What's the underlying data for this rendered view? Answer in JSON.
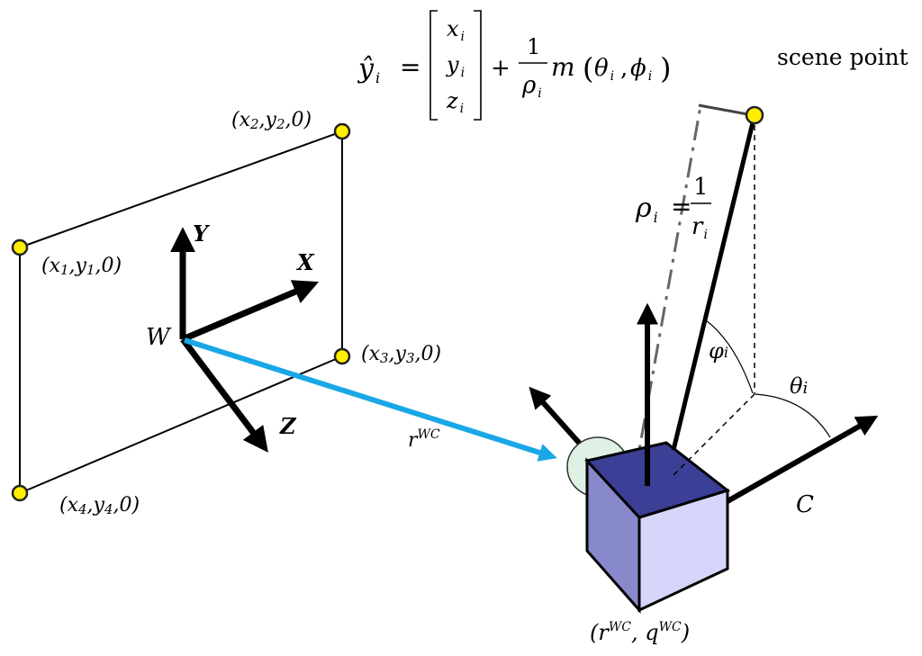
{
  "equation": {
    "lhs": "ŷ",
    "lhs_sub": "i",
    "equals": "=",
    "vector": [
      {
        "base": "x",
        "sub": "i"
      },
      {
        "base": "y",
        "sub": "i"
      },
      {
        "base": "z",
        "sub": "i"
      }
    ],
    "plus": "+",
    "frac_num": "1",
    "frac_den": "ρ",
    "frac_den_sub": "i",
    "func": "m",
    "open_paren": "(",
    "arg1": "θ",
    "arg1_sub": "i",
    "comma": ",",
    "arg2": "ϕ",
    "arg2_sub": "i",
    "close_paren": ")"
  },
  "scene_point_label": "scene point",
  "inverse_depth": {
    "lhs": "ρ",
    "lhs_sub": "i",
    "equals": "=",
    "num": "1",
    "den": "r",
    "den_sub": "i"
  },
  "plane_points": {
    "p1": {
      "a": "(x",
      "s1": "1",
      "b": ",y",
      "s2": "1",
      "c": ",0)"
    },
    "p2": {
      "a": "(x",
      "s1": "2",
      "b": ",y",
      "s2": "2",
      "c": ",0)"
    },
    "p3": {
      "a": "(x",
      "s1": "3",
      "b": ",y",
      "s2": "3",
      "c": ",0)"
    },
    "p4": {
      "a": "(x",
      "s1": "4",
      "b": ",y",
      "s2": "4",
      "c": ",0)"
    }
  },
  "world_frame": {
    "origin": "W",
    "x_axis": "X",
    "y_axis": "Y",
    "z_axis": "Z"
  },
  "translation": {
    "base": "r",
    "sup": "WC"
  },
  "camera_frame": {
    "label": "C"
  },
  "camera_pose": {
    "open": "(",
    "r": "r",
    "r_sup": "WC",
    "sep": ", ",
    "q": "q",
    "q_sup": "WC",
    "close": ")"
  },
  "angles": {
    "phi": "φ",
    "phi_sub": "i",
    "theta": "θ",
    "theta_sub": "i"
  },
  "colors": {
    "point_fill": "#ffee00",
    "point_stroke": "#222222",
    "translation_arrow": "#1aa7e6",
    "cube_top": "#3b3f95",
    "cube_front": "#8888cc",
    "cube_right": "#d6d6fb",
    "lens": "#dff0e4",
    "axes": "#000000"
  }
}
